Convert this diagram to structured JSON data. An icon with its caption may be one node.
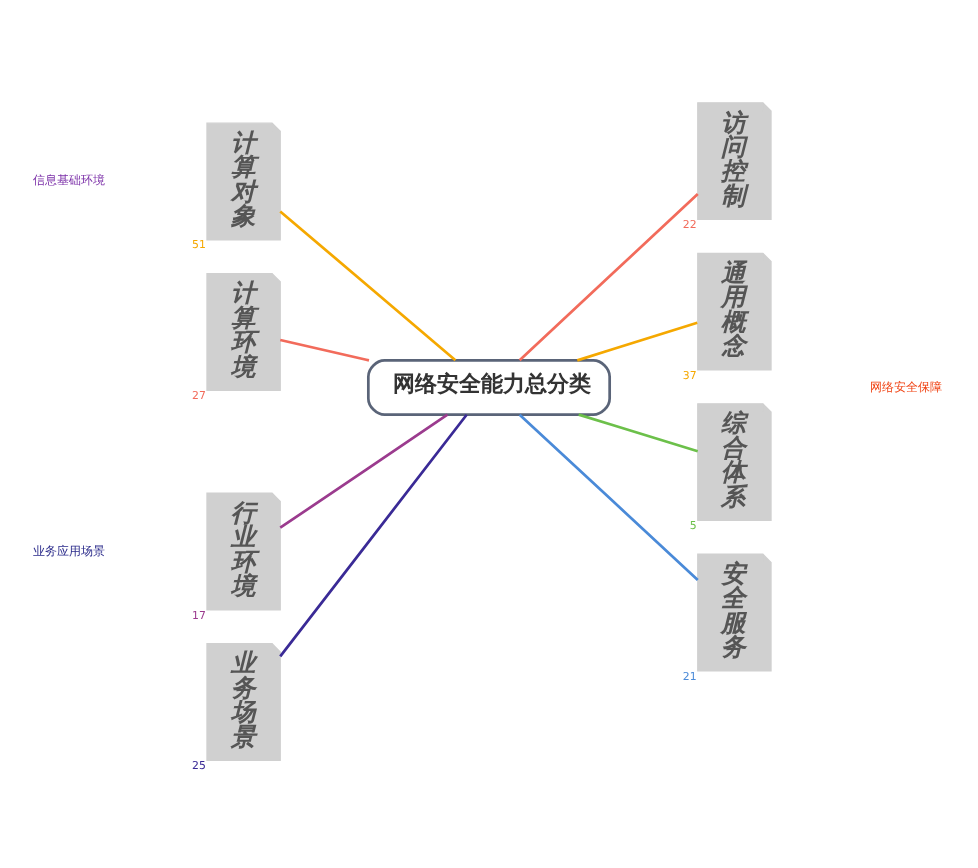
{
  "diagram": {
    "nodes": [
      {
        "text": [
          "网络安全能力总分类"
        ]
      },
      {
        "text": [
          "计算对象"
        ],
        "beside": [
          "51"
        ]
      },
      {
        "text": [
          "计算环境"
        ],
        "beside": [
          "27"
        ]
      },
      {
        "text": [
          "行业环境"
        ],
        "beside": [
          "17"
        ]
      },
      {
        "text": [
          "业务场景"
        ],
        "beside": [
          "25"
        ]
      },
      {
        "text": [
          "访问控制"
        ],
        "beside": [
          "22"
        ]
      },
      {
        "text": [
          "通用概念"
        ],
        "beside": [
          "37"
        ]
      },
      {
        "text": [
          "综合体系"
        ],
        "beside": [
          "5"
        ]
      },
      {
        "text": [
          "安全服务"
        ],
        "beside": [
          "21"
        ]
      }
    ],
    "edges": [
      {
        "from": 0,
        "to": 1,
        "arrow": "none",
        "color": "#f5a800"
      },
      {
        "from": 0,
        "to": 2,
        "arrow": "none",
        "color": "#f26b5b"
      },
      {
        "from": 0,
        "to": 3,
        "arrow": "none",
        "color": "#9b3b8e"
      },
      {
        "from": 0,
        "to": 4,
        "arrow": "none",
        "color": "#3a2a96"
      },
      {
        "from": 0,
        "to": 5,
        "arrow": "none",
        "color": "#f26b5b"
      },
      {
        "from": 0,
        "to": 6,
        "arrow": "none",
        "color": "#f5a800"
      },
      {
        "from": 0,
        "to": 7,
        "arrow": "none",
        "color": "#6cc04a"
      },
      {
        "from": 0,
        "to": 8,
        "arrow": "none",
        "color": "#4a8ad8"
      }
    ],
    "labels": [
      "信息基础环境",
      "业务应用场景",
      "网络安全保障"
    ]
  }
}
